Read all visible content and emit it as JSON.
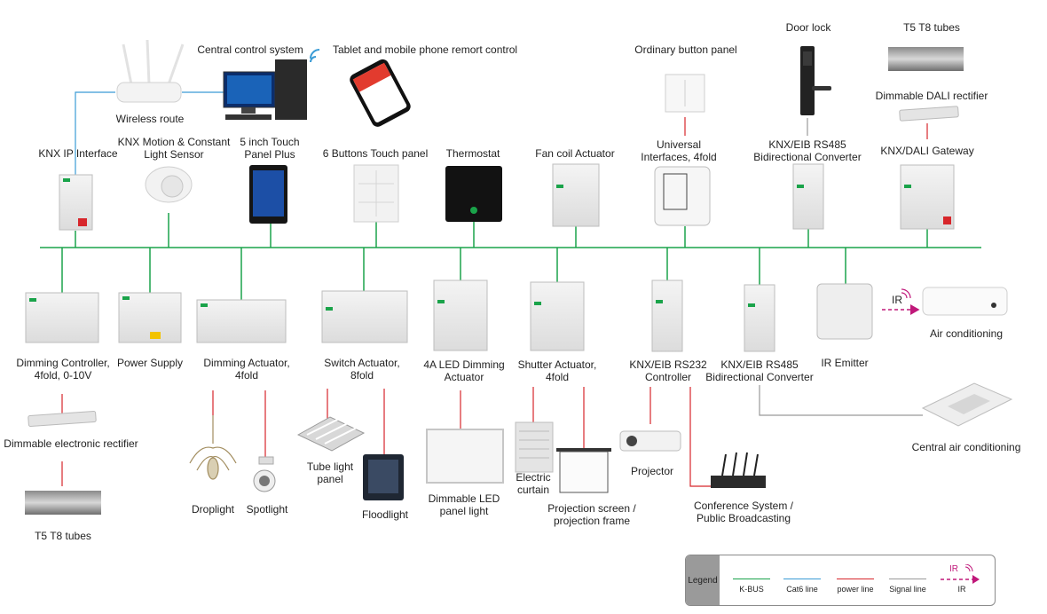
{
  "labels": {
    "wireless_route": "Wireless route",
    "central_control": "Central control system",
    "tablet": "Tablet and mobile phone remort control",
    "ordinary_panel": "Ordinary button panel",
    "door_lock": "Door lock",
    "t5_top": "T5 T8 tubes",
    "dali_rectifier": "Dimmable DALI rectifier",
    "knx_ip": "KNX IP Interface",
    "motion_sensor": "KNX Motion & Constant Light Sensor",
    "touch_panel_plus": "5 inch Touch Panel Plus",
    "six_buttons": "6 Buttons Touch panel",
    "thermostat": "Thermostat",
    "fan_coil": "Fan coil Actuator",
    "universal_interfaces": "Universal Interfaces, 4fold",
    "rs485_top": "KNX/EIB RS485 Bidirectional Converter",
    "dali_gateway": "KNX/DALI Gateway",
    "dimming_controller": "Dimming Controller, 4fold, 0-10V",
    "power_supply": "Power Supply",
    "dimming_actuator": "Dimming Actuator, 4fold",
    "switch_actuator": "Switch Actuator, 8fold",
    "led_dimming": "4A LED Dimming Actuator",
    "shutter_actuator": "Shutter Actuator, 4fold",
    "rs232": "KNX/EIB RS232 Controller",
    "rs485_bottom": "KNX/EIB RS485 Bidirectional Converter",
    "ir_emitter": "IR Emitter",
    "air_conditioning": "Air conditioning",
    "central_air": "Central air conditioning",
    "dimmable_rectifier": "Dimmable electronic rectifier",
    "t5_bottom": "T5 T8 tubes",
    "droplight": "Droplight",
    "spotlight": "Spotlight",
    "tube_light": "Tube light panel",
    "floodlight": "Floodlight",
    "led_panel": "Dimmable LED panel light",
    "electric_curtain": "Electric curtain",
    "projection_screen": "Projection screen / projection frame",
    "projector": "Projector",
    "conference": "Conference System / Public Broadcasting",
    "ir_arrow_label": "IR"
  },
  "legend": {
    "title": "Legend",
    "items": [
      {
        "label": "K-BUS",
        "color": "#1aa34a"
      },
      {
        "label": "Cat6 line",
        "color": "#3a9bd5"
      },
      {
        "label": "power line",
        "color": "#d7262b"
      },
      {
        "label": "Signal line",
        "color": "#999999"
      },
      {
        "label": "IR",
        "color": "#c0187a"
      }
    ]
  },
  "colors": {
    "kbus": "#1aa34a",
    "cat6": "#3a9bd5",
    "power": "#d7262b",
    "signal": "#999999",
    "ir": "#c0187a"
  }
}
